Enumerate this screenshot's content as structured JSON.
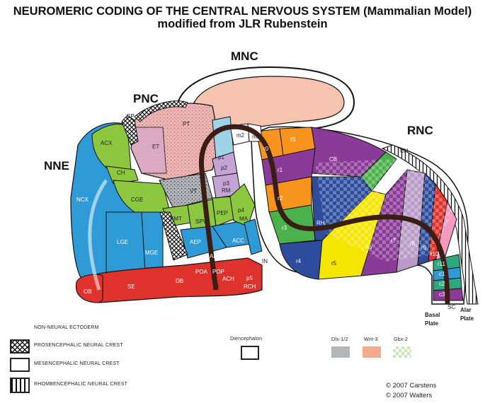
{
  "title": "NEUROMERIC CODING OF THE CENTRAL NERVOUS SYSTEM (Mammalian Model)",
  "subtitle": "modified from JLR Rubenstein",
  "regions": {
    "mnc": "MNC",
    "pnc": "PNC",
    "nne": "NNE",
    "rnc": "RNC",
    "ep": "EP",
    "pt": "PT",
    "et": "ET",
    "acx": "ACX",
    "ch_left": "CH",
    "ncx": "NCX",
    "cge": "CGE",
    "lge": "LGE",
    "mge": "MGE",
    "emt": "EMT",
    "vt": "VT",
    "spv": "SPV",
    "pep": "PEP",
    "aep": "AEP",
    "ah": "AH",
    "acc": "ACC",
    "poa": "POA",
    "pop": "POP",
    "db": "DB",
    "ob": "OB",
    "se": "SE",
    "ach": "ACH",
    "rch": "RCH",
    "p5": "p5",
    "p4": "p4",
    "ma": "MA",
    "p3": "p3",
    "rm": "RM",
    "p2": "p2",
    "p1": "p1",
    "in": "IN",
    "m1": "m1",
    "m2": "m2",
    "r0": "r0",
    "is": "IS",
    "cb": "CB",
    "r1": "r1",
    "r2": "r2",
    "r3": "r3",
    "rh": "RH",
    "r4": "r4",
    "r5": "r5",
    "r6": "r6",
    "r7": "r7",
    "r8": "r8",
    "r9": "r9",
    "r10": "r10",
    "r11": "r11",
    "c1": "c1",
    "c2": "c2",
    "c3": "c3",
    "sc": "SC",
    "ch_right": "CH",
    "basal": "Basal",
    "basal2": "Plate",
    "alar": "Alar",
    "alar2": "Plate"
  },
  "legend": {
    "non_neural": "NON-NEURAL ECTODERM",
    "prosencephalic": "PROSENCEPHALIC NEURAL CREST",
    "mesencephalic": "MESENCEPHALIC NEURAL CREST",
    "rhombencephalic": "RHOMBENCEPHALIC NEURAL CREST",
    "diencephalon": "Diencephalon",
    "dlx": "Dlx-1/2",
    "wnt": "Wnt-3",
    "gbx": "Gbx-2"
  },
  "copyright": {
    "line1": "©  2007 Carstens",
    "line2": "©  2007 Walters"
  },
  "colors": {
    "blue": "#2e9bd6",
    "green": "#8dc63f",
    "red": "#e0322c",
    "orange": "#f7941d",
    "purple": "#8a3a97",
    "navy": "#2e4c9c",
    "yellow": "#f5e600",
    "pink": "#f49ac1",
    "dlx": "#b3b7bc",
    "wnt": "#f4ab8c",
    "gbx": "#c9e6b7",
    "tract": "#3a1e14"
  }
}
